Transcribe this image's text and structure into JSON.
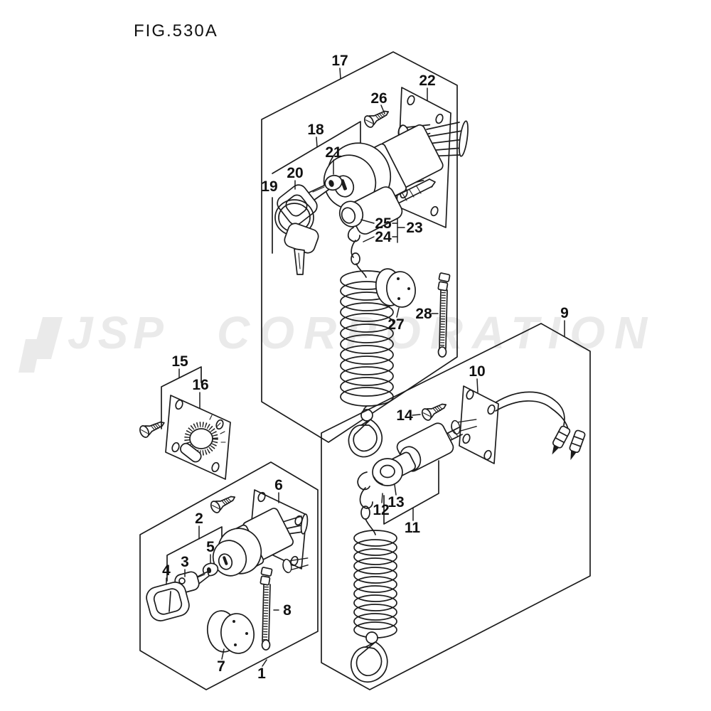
{
  "figure": {
    "title": "FIG.530A"
  },
  "watermark": {
    "brand": "JSP",
    "word": "CORPORATION",
    "color": "#eaeaea"
  },
  "colors": {
    "line": "#1c1c1c",
    "background": "#ffffff",
    "watermark": "#eaeaea"
  },
  "callouts": {
    "n1": "1",
    "n2": "2",
    "n3": "3",
    "n4": "4",
    "n5": "5",
    "n6": "6",
    "n7": "7",
    "n8": "8",
    "n9": "9",
    "n10": "10",
    "n11": "11",
    "n12": "12",
    "n13": "13",
    "n14": "14",
    "n15": "15",
    "n16": "16",
    "n17": "17",
    "n18": "18",
    "n19": "19",
    "n20": "20",
    "n21": "21",
    "n22": "22",
    "n23": "23",
    "n24": "24",
    "n25": "25",
    "n26": "26",
    "n27": "27",
    "n28": "28"
  }
}
